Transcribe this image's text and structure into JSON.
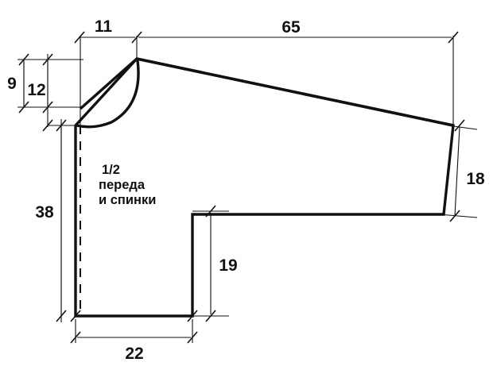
{
  "diagram": {
    "title": "1/2 переда и спинки",
    "label_lines": [
      "1/2",
      "переда",
      "и спинки"
    ],
    "line_color": "#111111",
    "background": "#ffffff",
    "units": "cm",
    "dimensions": {
      "shoulder_width": "11",
      "sleeve_length": "65",
      "neck_depth_outer": "9",
      "neck_width_inner": "12",
      "body_length": "38",
      "cuff_width": "18",
      "side_slit_height": "19",
      "hem_half_width": "22"
    }
  },
  "chart_data": {
    "type": "diagram",
    "title": "1/2 переда и спинки",
    "units": "cm",
    "measurements": [
      {
        "name": "shoulder_width",
        "label": "11",
        "value": 11,
        "orientation": "horizontal",
        "position": "top-left"
      },
      {
        "name": "sleeve_length",
        "label": "65",
        "value": 65,
        "orientation": "horizontal",
        "position": "top-right"
      },
      {
        "name": "neck_depth_outer",
        "label": "9",
        "value": 9,
        "orientation": "vertical",
        "position": "left-outer"
      },
      {
        "name": "neck_width_inner",
        "label": "12",
        "value": 12,
        "orientation": "vertical",
        "position": "left-inner"
      },
      {
        "name": "body_length",
        "label": "38",
        "value": 38,
        "orientation": "vertical",
        "position": "left"
      },
      {
        "name": "cuff_width",
        "label": "18",
        "value": 18,
        "orientation": "vertical",
        "position": "right"
      },
      {
        "name": "side_slit_height",
        "label": "19",
        "value": 19,
        "orientation": "vertical",
        "position": "center-bottom"
      },
      {
        "name": "hem_half_width",
        "label": "22",
        "value": 22,
        "orientation": "horizontal",
        "position": "bottom"
      }
    ]
  }
}
